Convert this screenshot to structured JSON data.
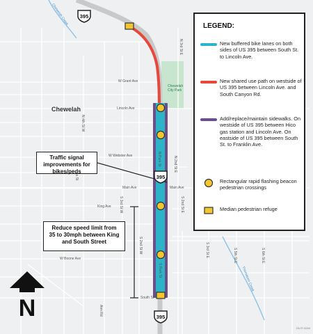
{
  "map": {
    "town_name": "Chewelah",
    "park_name": "Chewelah City Park",
    "creek_top": "Chewelah Creek",
    "creek_bottom": "Thomason Creek",
    "route_number": "395",
    "north_label": "N",
    "doc_id": "23-07-0244",
    "streets": {
      "grant": "W Grant Ave",
      "lincoln": "Lincoln Ave",
      "webster": "W Webster Ave",
      "main_w": "Main Ave",
      "main_e": "Main Ave",
      "king": "King Ave",
      "boone": "W Boone Ave",
      "south": "South St",
      "n3rd": "N 3rd St E",
      "n4th": "N 4th St W",
      "nstevens": "N Stevens St",
      "npark": "N Park St",
      "s2nd": "S 2nd St W",
      "s2nd_e": "S 2nd St E",
      "s3rd": "S 3rd St W",
      "s3rd_e": "S 3rd St E",
      "s5th": "S 5th St E",
      "s6th": "S 6th St E",
      "spark": "S Park St",
      "n2nd_e": "N 2nd St E",
      "ann": "Ann Rd"
    },
    "colors": {
      "bike_lane": "#2bb3c8",
      "shared_path": "#e8483b",
      "sidewalk": "#6b4e8c",
      "beacon_fill": "#f5c530",
      "refuge_fill": "#f5c530",
      "park": "#c8e6cf"
    }
  },
  "callouts": {
    "traffic_signal": "Traffic signal improvements for bikes/peds",
    "speed_limit": "Reduce speed limit from 35 to 30mph between King and South Street"
  },
  "legend": {
    "title": "LEGEND:",
    "items": [
      {
        "symbol": "bike-lane-line",
        "text": "New buffered bike lanes on both sides of US 395 between South St. to Lincoln Ave."
      },
      {
        "symbol": "shared-path-line",
        "text": "New shared use path on westside of US 395 between Lincoln Ave. and South Canyon Rd."
      },
      {
        "symbol": "sidewalk-line",
        "text": "Add/replace/maintain sidewalks. On westside of US 395 between Hico gas station and Lincoln Ave. On eastside of US 395 between South St. to Franklin Ave."
      },
      {
        "symbol": "beacon-circle",
        "text": "Rectangular rapid flashing beacon pedestrian crossings"
      },
      {
        "symbol": "refuge-square",
        "text": "Median pedestrian refuge"
      }
    ]
  }
}
